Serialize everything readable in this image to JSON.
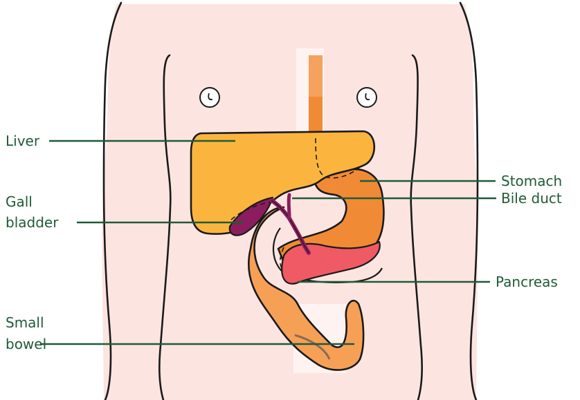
{
  "labels": {
    "liver": "Liver",
    "gall_bladder_line1": "Gall",
    "gall_bladder_line2": "bladder",
    "small_bowel_line1": "Small",
    "small_bowel_line2": "bowel",
    "stomach": "Stomach",
    "bile_duct": "Bile duct",
    "pancreas": "Pancreas"
  },
  "colors": {
    "skin": "#fce4e1",
    "liver": "#fbb53e",
    "stomach": "#f18a34",
    "stomach_light": "#f6a056",
    "gall_bladder": "#8b1d5e",
    "pancreas": "#ef5a64",
    "label_text": "#1f5a38"
  }
}
